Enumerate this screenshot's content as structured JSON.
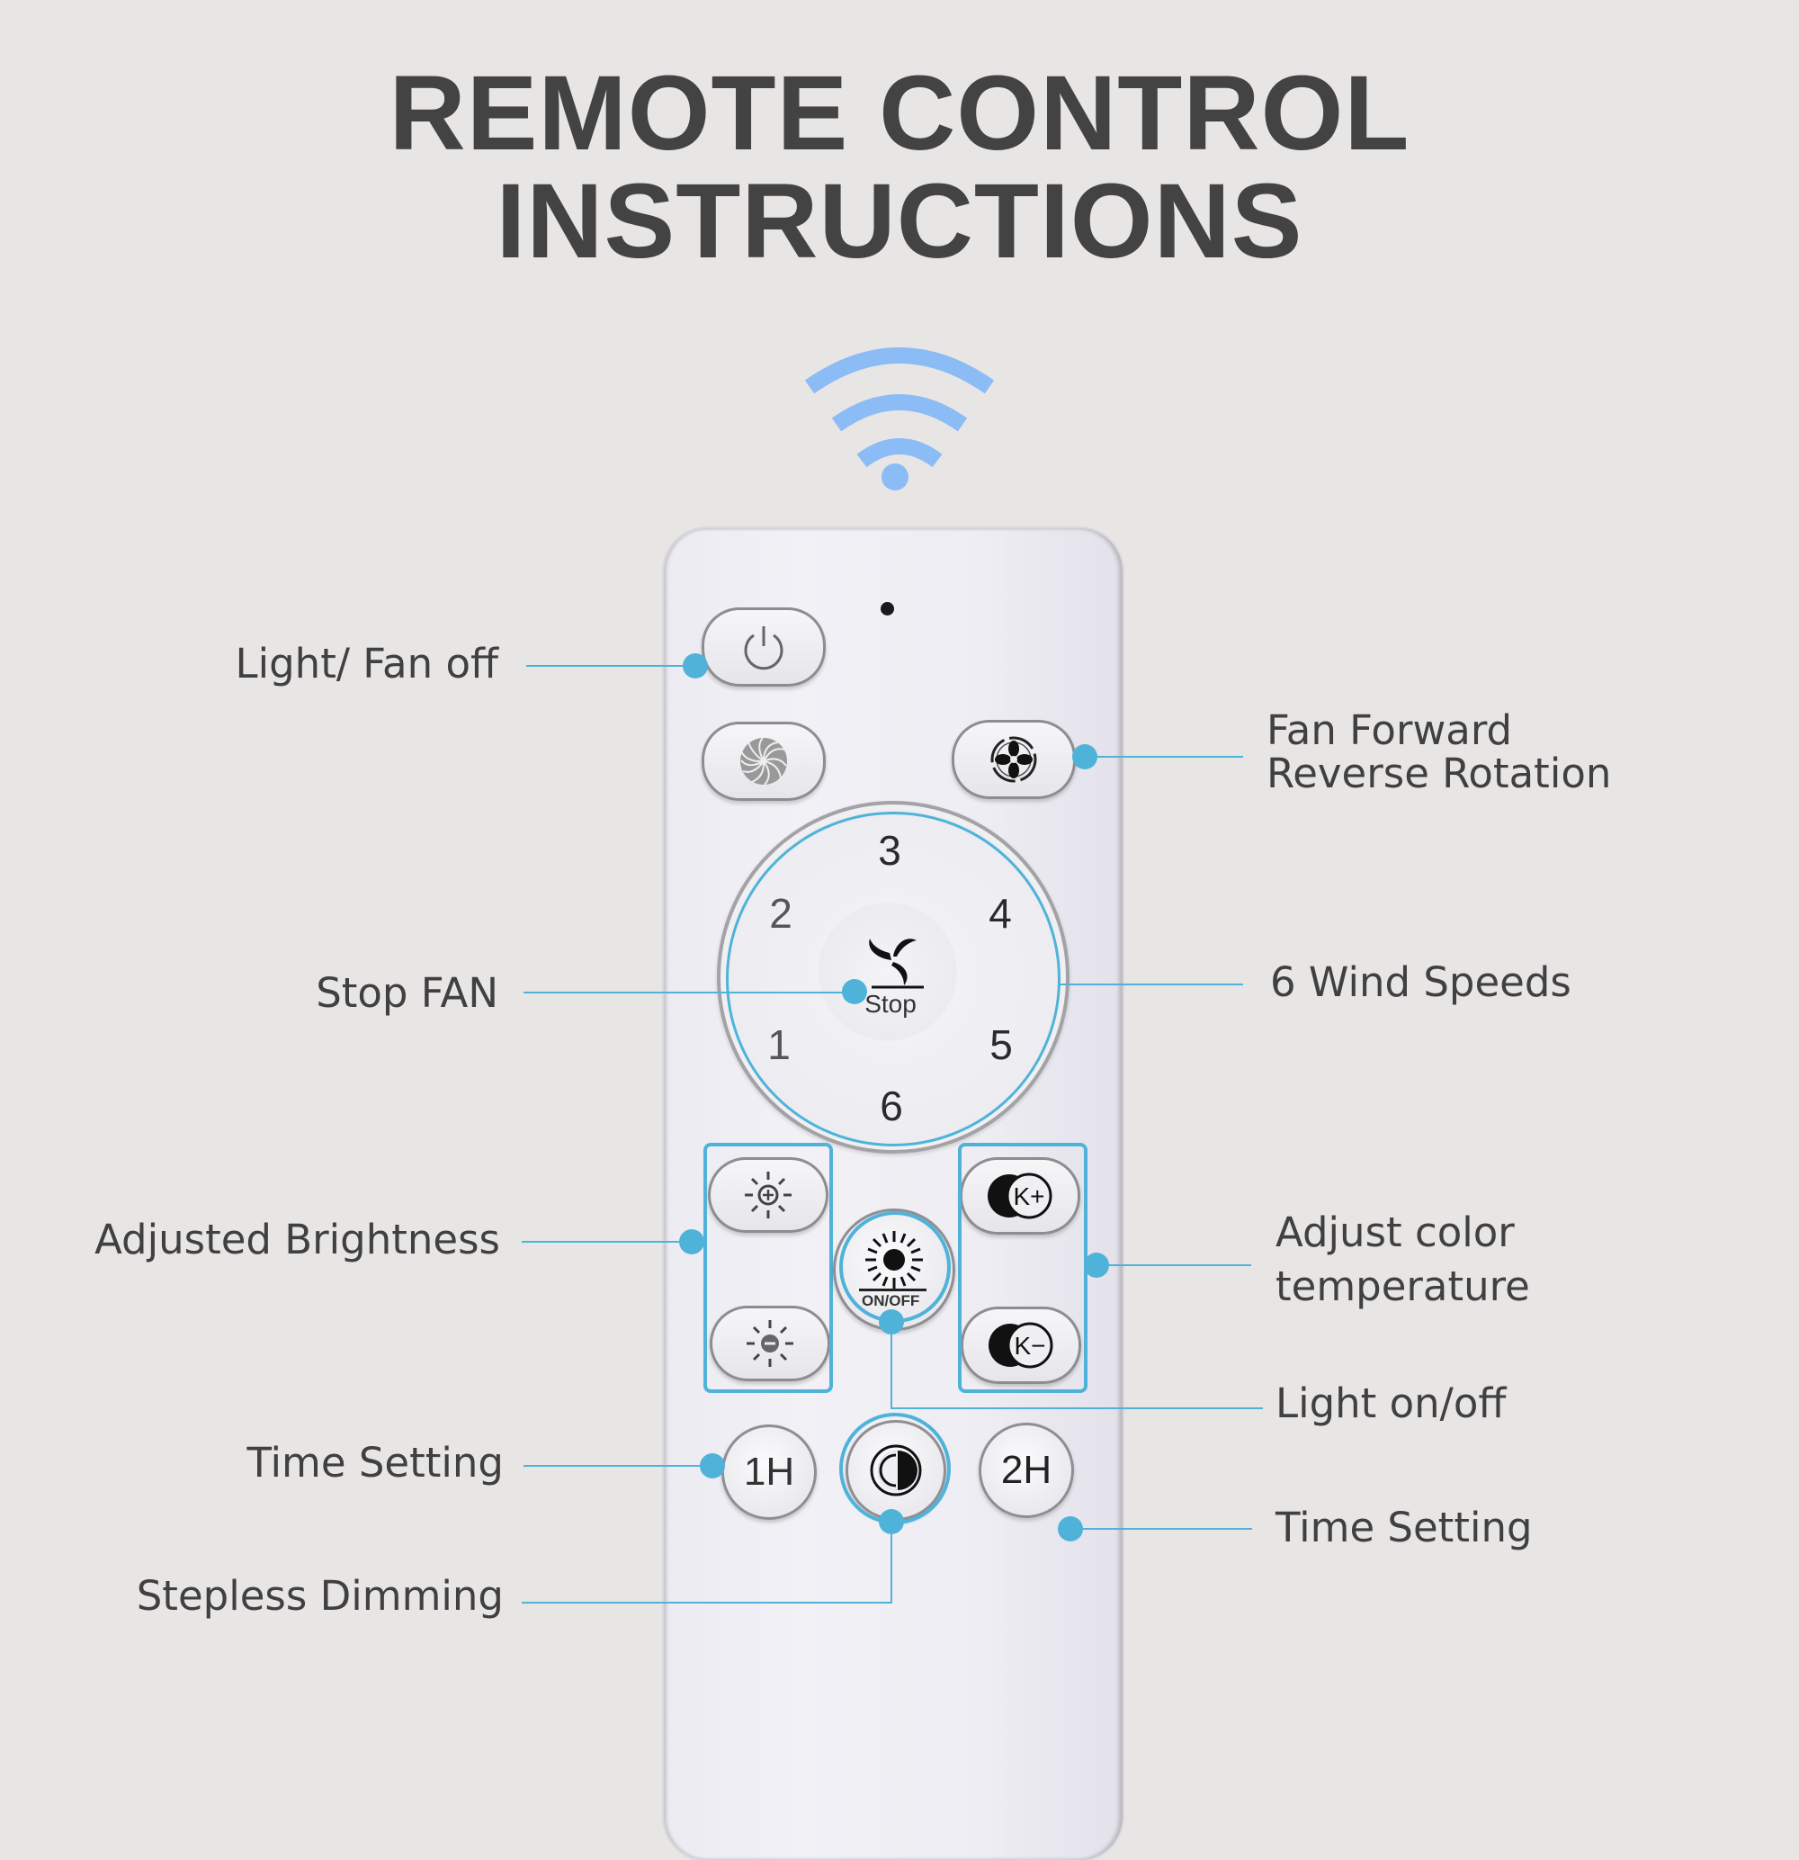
{
  "header": {
    "title_line1": "REMOTE CONTROL",
    "title_line2": "INSTRUCTIONS"
  },
  "colors": {
    "background": "#e8e5e5",
    "title": "#434343",
    "callout_accent": "#4fb3d9",
    "wifi_icon": "#8bbcf5",
    "remote_body": "#f0eff5",
    "label_text": "#404040"
  },
  "signal_icon": "wifi-signal-icon",
  "remote": {
    "buttons": {
      "power": {
        "icon": "power-icon"
      },
      "fan_mode": {
        "icon": "fan-swirl-icon"
      },
      "fan_direction": {
        "icon": "fan-reverse-icon"
      },
      "dial": {
        "speeds": [
          "1",
          "2",
          "3",
          "4",
          "5",
          "6"
        ],
        "center_label": "Stop",
        "center_icon": "fan-blades-icon"
      },
      "brightness_up": {
        "icon": "sun-plus-icon"
      },
      "brightness_down": {
        "icon": "sun-minus-icon"
      },
      "light_toggle": {
        "icon": "sun-icon",
        "label": "ON/OFF"
      },
      "color_temp_up": {
        "icon": "color-temp-icon",
        "label": "K+"
      },
      "color_temp_down": {
        "icon": "color-temp-icon",
        "label": "K−"
      },
      "timer_1h": {
        "label": "1H"
      },
      "dimming": {
        "icon": "half-circle-icon"
      },
      "timer_2h": {
        "label": "2H"
      }
    }
  },
  "callouts": {
    "left": [
      {
        "text": "Light/ Fan off"
      },
      {
        "text": "Stop FAN"
      },
      {
        "text": "Adjusted Brightness"
      },
      {
        "text": "Time Setting"
      },
      {
        "text": "Stepless Dimming"
      }
    ],
    "right": [
      {
        "line1": "Fan Forward",
        "line2": "Reverse Rotation"
      },
      {
        "text": "6 Wind Speeds"
      },
      {
        "line1": "Adjust color",
        "line2": "temperature"
      },
      {
        "text": "Light on/off"
      },
      {
        "text": "Time Setting"
      }
    ]
  }
}
